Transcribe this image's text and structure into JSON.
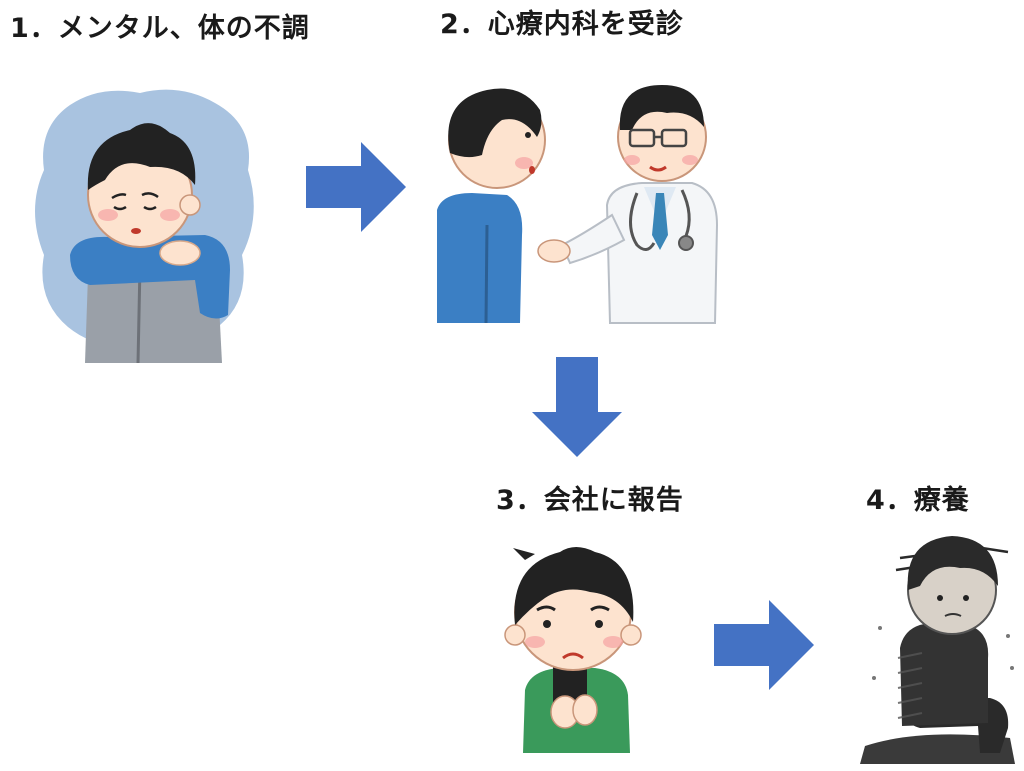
{
  "steps": [
    {
      "label": "1．メンタル、体の不調",
      "illustration": "depressed-person-icon"
    },
    {
      "label": "2．心療内科を受診",
      "illustration": "doctor-consultation-icon"
    },
    {
      "label": "3．会社に報告",
      "illustration": "person-with-phone-icon"
    },
    {
      "label": "4．療養",
      "illustration": "exhausted-person-resting-icon"
    }
  ],
  "colors": {
    "arrow": "#4472c4",
    "text": "#1a1a1a",
    "skin": "#fde3cf",
    "hair": "#222222",
    "blue_shirt": "#3b7fc4",
    "mood_cloud": "#a9c3e0",
    "green_shirt": "#3a9a5b",
    "coat": "#f4f6f8",
    "tie": "#3a86b8",
    "grey_pants": "#9aa0a8"
  }
}
